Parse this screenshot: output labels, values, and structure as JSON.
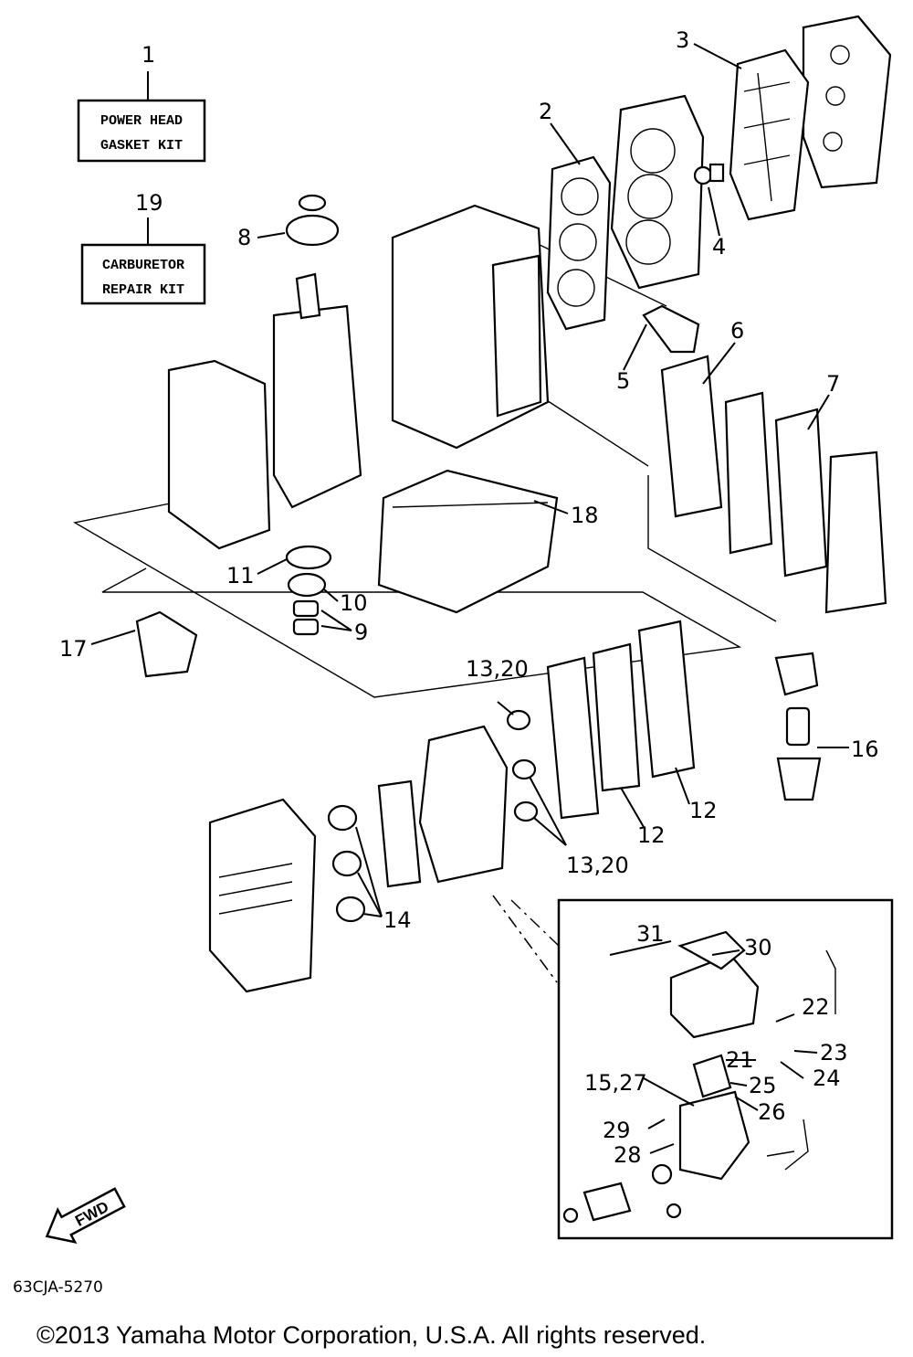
{
  "kits": [
    {
      "number": "1",
      "line1": "POWER HEAD",
      "line2": "GASKET KIT"
    },
    {
      "number": "19",
      "line1": "CARBURETOR",
      "line2": "REPAIR KIT"
    }
  ],
  "callouts": [
    "2",
    "3",
    "4",
    "5",
    "6",
    "7",
    "8",
    "9",
    "10",
    "11",
    "12",
    "12",
    "13,20",
    "13,20",
    "14",
    "15,27",
    "16",
    "17",
    "18",
    "21",
    "22",
    "23",
    "24",
    "25",
    "26",
    "28",
    "29",
    "30",
    "31"
  ],
  "fwd_label": "FWD",
  "diagram_code": "63CJA-5270",
  "copyright": "©2013 Yamaha Motor Corporation, U.S.A. All rights reserved."
}
